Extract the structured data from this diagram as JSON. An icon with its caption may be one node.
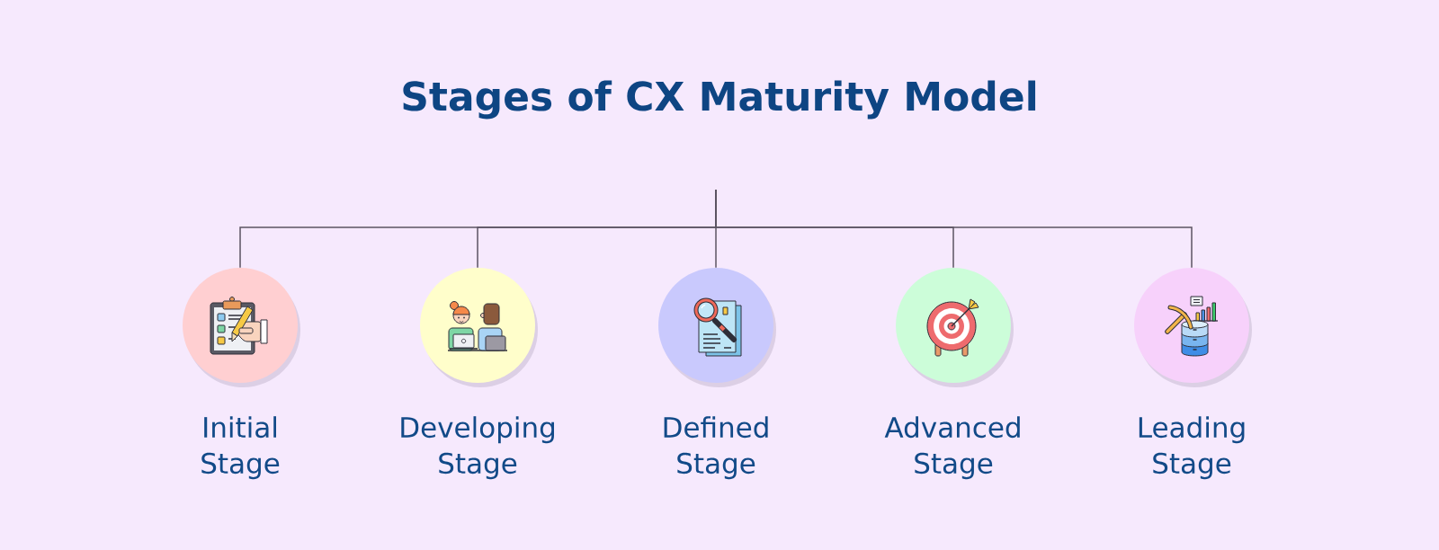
{
  "diagram": {
    "title": "Stages of CX Maturity Model",
    "nodes": [
      {
        "text": [
          "Initial Stage"
        ]
      },
      {
        "text": [
          "Developing Stage"
        ]
      },
      {
        "text": [
          "Defined Stage"
        ]
      },
      {
        "text": [
          "Advanced Stage"
        ]
      },
      {
        "text": [
          "Leading Stage"
        ]
      }
    ],
    "edges": [
      {
        "from": null,
        "to": 0,
        "arrow": "none"
      },
      {
        "from": null,
        "to": 1,
        "arrow": "none"
      },
      {
        "from": null,
        "to": 2,
        "arrow": "none"
      },
      {
        "from": null,
        "to": 3,
        "arrow": "none"
      },
      {
        "from": null,
        "to": 4,
        "arrow": "none"
      }
    ]
  }
}
